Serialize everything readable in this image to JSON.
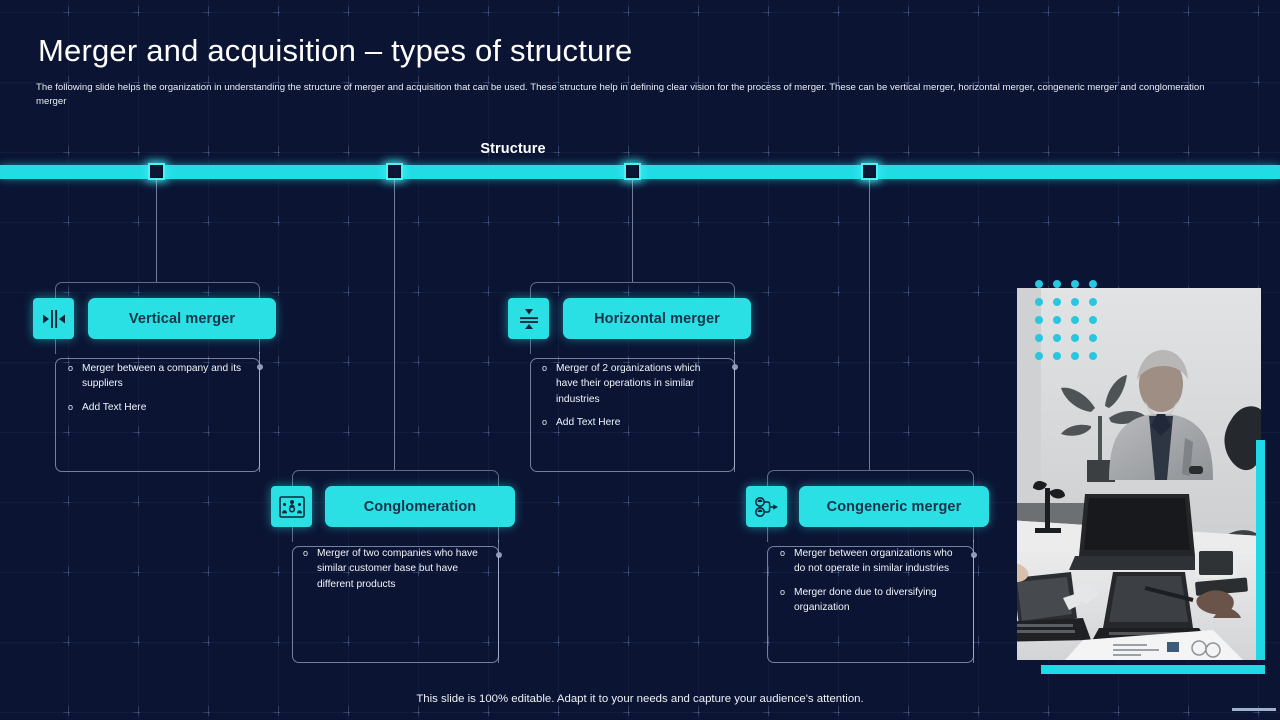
{
  "slide": {
    "title": "Merger and acquisition – types of structure",
    "subtitle": "The following slide helps the organization in understanding the structure of merger and acquisition that can be used. These structure help in defining clear vision for the process of merger. These can be vertical merger, horizontal merger, congeneric merger and conglomeration merger",
    "section_label": "Structure",
    "footer": "This slide is 100% editable. Adapt it to your needs and capture your audience's attention."
  },
  "colors": {
    "background": "#0b1433",
    "accent_cyan": "#2ae0e4",
    "timeline_cyan": "#22dce4",
    "pill_text": "#16334a",
    "line": "#c8d4eb"
  },
  "cards": [
    {
      "id": "vertical-merger",
      "title": "Vertical merger",
      "icon": "merge-horizontal-icon",
      "bullets": [
        "Merger between  a company and its suppliers",
        "Add Text Here"
      ]
    },
    {
      "id": "conglomeration",
      "title": "Conglomeration",
      "icon": "organization-group-icon",
      "bullets": [
        "Merger of two companies who have similar customer base but have different products"
      ]
    },
    {
      "id": "horizontal-merger",
      "title": "Horizontal merger",
      "icon": "merge-vertical-icon",
      "bullets": [
        "Merger of 2 organizations which have their operations in similar industries",
        "Add Text Here"
      ]
    },
    {
      "id": "congeneric-merger",
      "title": "Congeneric merger",
      "icon": "nodes-merge-icon",
      "bullets": [
        "Merger between organizations who do not operate in similar industries",
        "Merger done due to diversifying organization"
      ]
    }
  ],
  "timeline": {
    "node_count": 4,
    "bullet_marker": "o"
  },
  "photo": {
    "alt": "business-team-working-at-desk-with-laptops"
  }
}
